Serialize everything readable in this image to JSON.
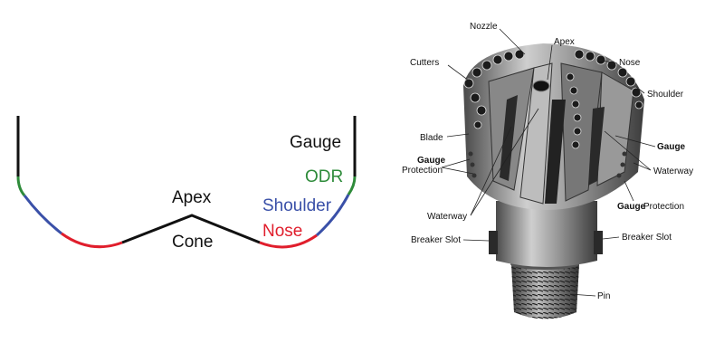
{
  "profile": {
    "labels": {
      "gauge": "Gauge",
      "odr": "ODR",
      "shoulder": "Shoulder",
      "nose": "Nose",
      "apex": "Apex",
      "cone": "Cone"
    },
    "colors": {
      "gauge": "#111111",
      "odr": "#2e8b3a",
      "shoulder": "#3a50a8",
      "nose": "#e01e2c",
      "cone": "#111111"
    }
  },
  "bit_photo": {
    "labels": {
      "nozzle": "Nozzle",
      "apex": "Apex",
      "cutters": "Cutters",
      "nose": "Nose",
      "shoulder": "Shoulder",
      "blade": "Blade",
      "gauge_right": "Gauge",
      "gauge_left_bold": "Gauge",
      "protection_left": "Protection",
      "waterway_right": "Waterway",
      "waterway_left": "Waterway",
      "gauge_protection_bold": "Gauge",
      "gauge_protection_rest": "Protection",
      "breaker_slot_left": "Breaker Slot",
      "breaker_slot_right": "Breaker Slot",
      "pin": "Pin"
    }
  }
}
